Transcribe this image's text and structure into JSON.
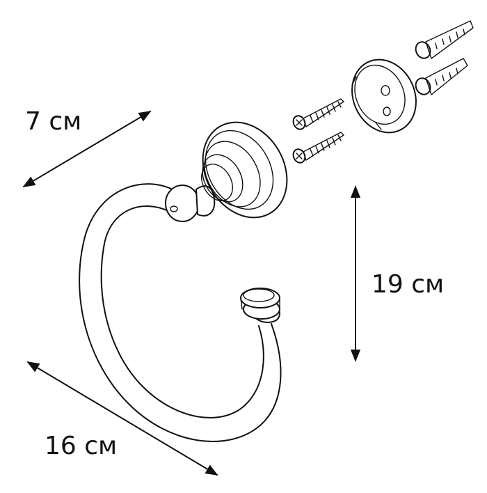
{
  "dimensions": {
    "depth": "7 см",
    "height": "19 см",
    "width": "16 см"
  },
  "parts": {
    "screws": [
      "screw",
      "screw"
    ],
    "wall_plugs": [
      "wall-plug",
      "wall-plug"
    ],
    "mounting_plate": "mounting-plate",
    "product": "towel-ring"
  },
  "colors": {
    "line": "#111111",
    "background": "#ffffff"
  }
}
